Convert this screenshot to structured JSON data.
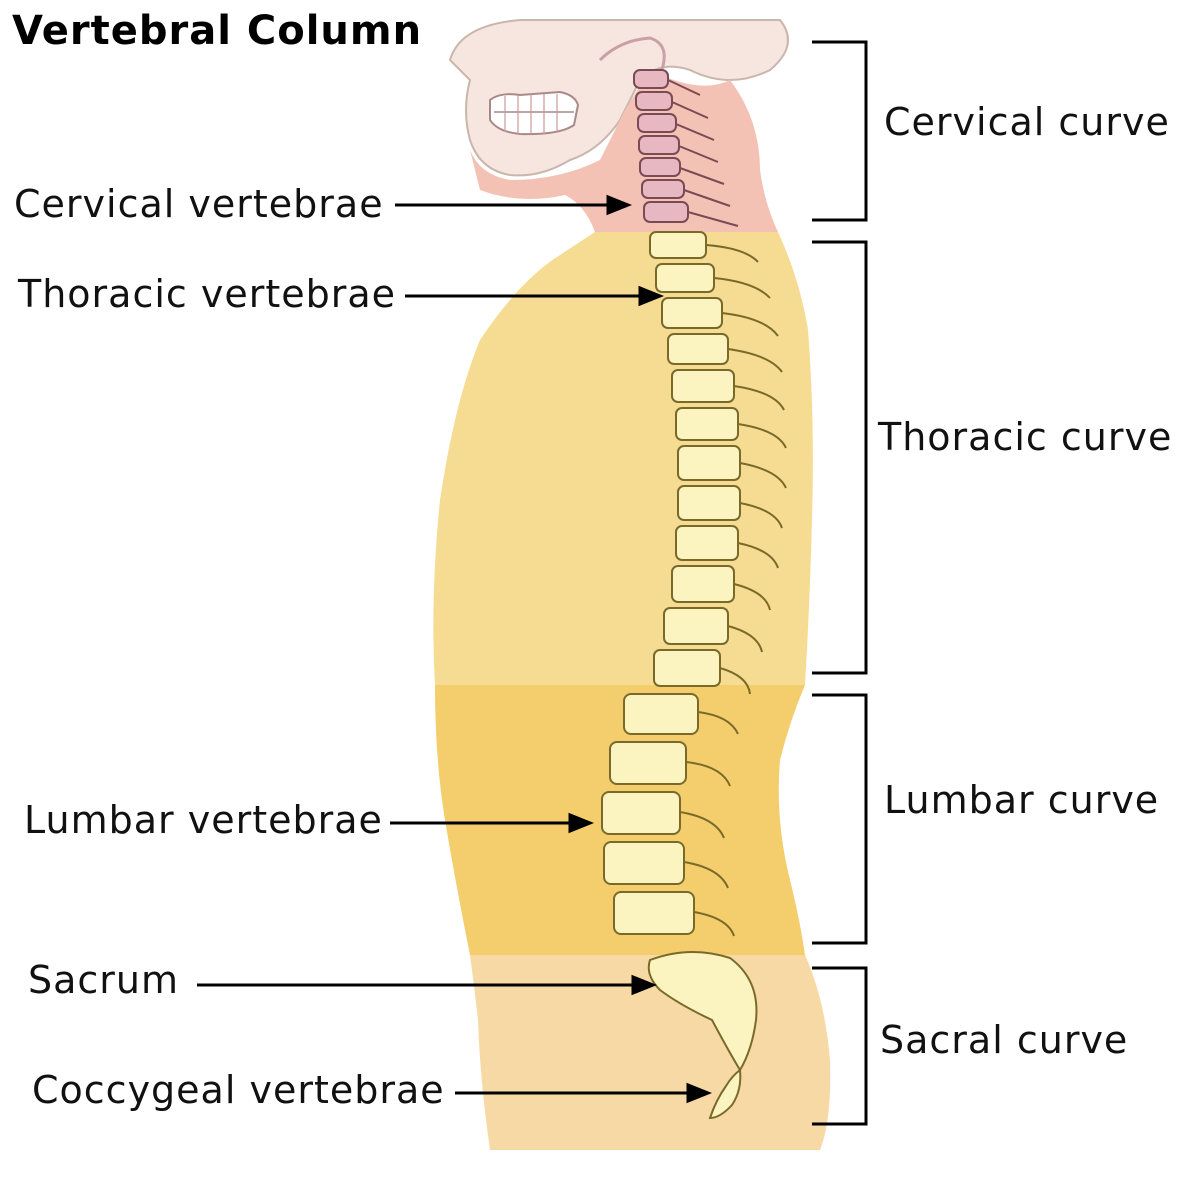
{
  "title": "Vertebral Column",
  "vertebrae_labels": {
    "cervical": "Cervical vertebrae",
    "thoracic": "Thoracic vertebrae",
    "lumbar": "Lumbar vertebrae",
    "sacrum": "Sacrum",
    "coccygeal": "Coccygeal vertebrae"
  },
  "curve_labels": {
    "cervical": "Cervical curve",
    "thoracic": "Thoracic curve",
    "lumbar": "Lumbar curve",
    "sacral": "Sacral curve"
  },
  "colors": {
    "neck_skin": "#f3c2b4",
    "torso": "#f6d98a",
    "lumbar_band": "#f4cd6c",
    "pelvis": "#f7d9a6",
    "bone": "#fbf3c0",
    "bone_outline": "#7a6a2a",
    "cervical_bone": "#e7b8c2"
  }
}
